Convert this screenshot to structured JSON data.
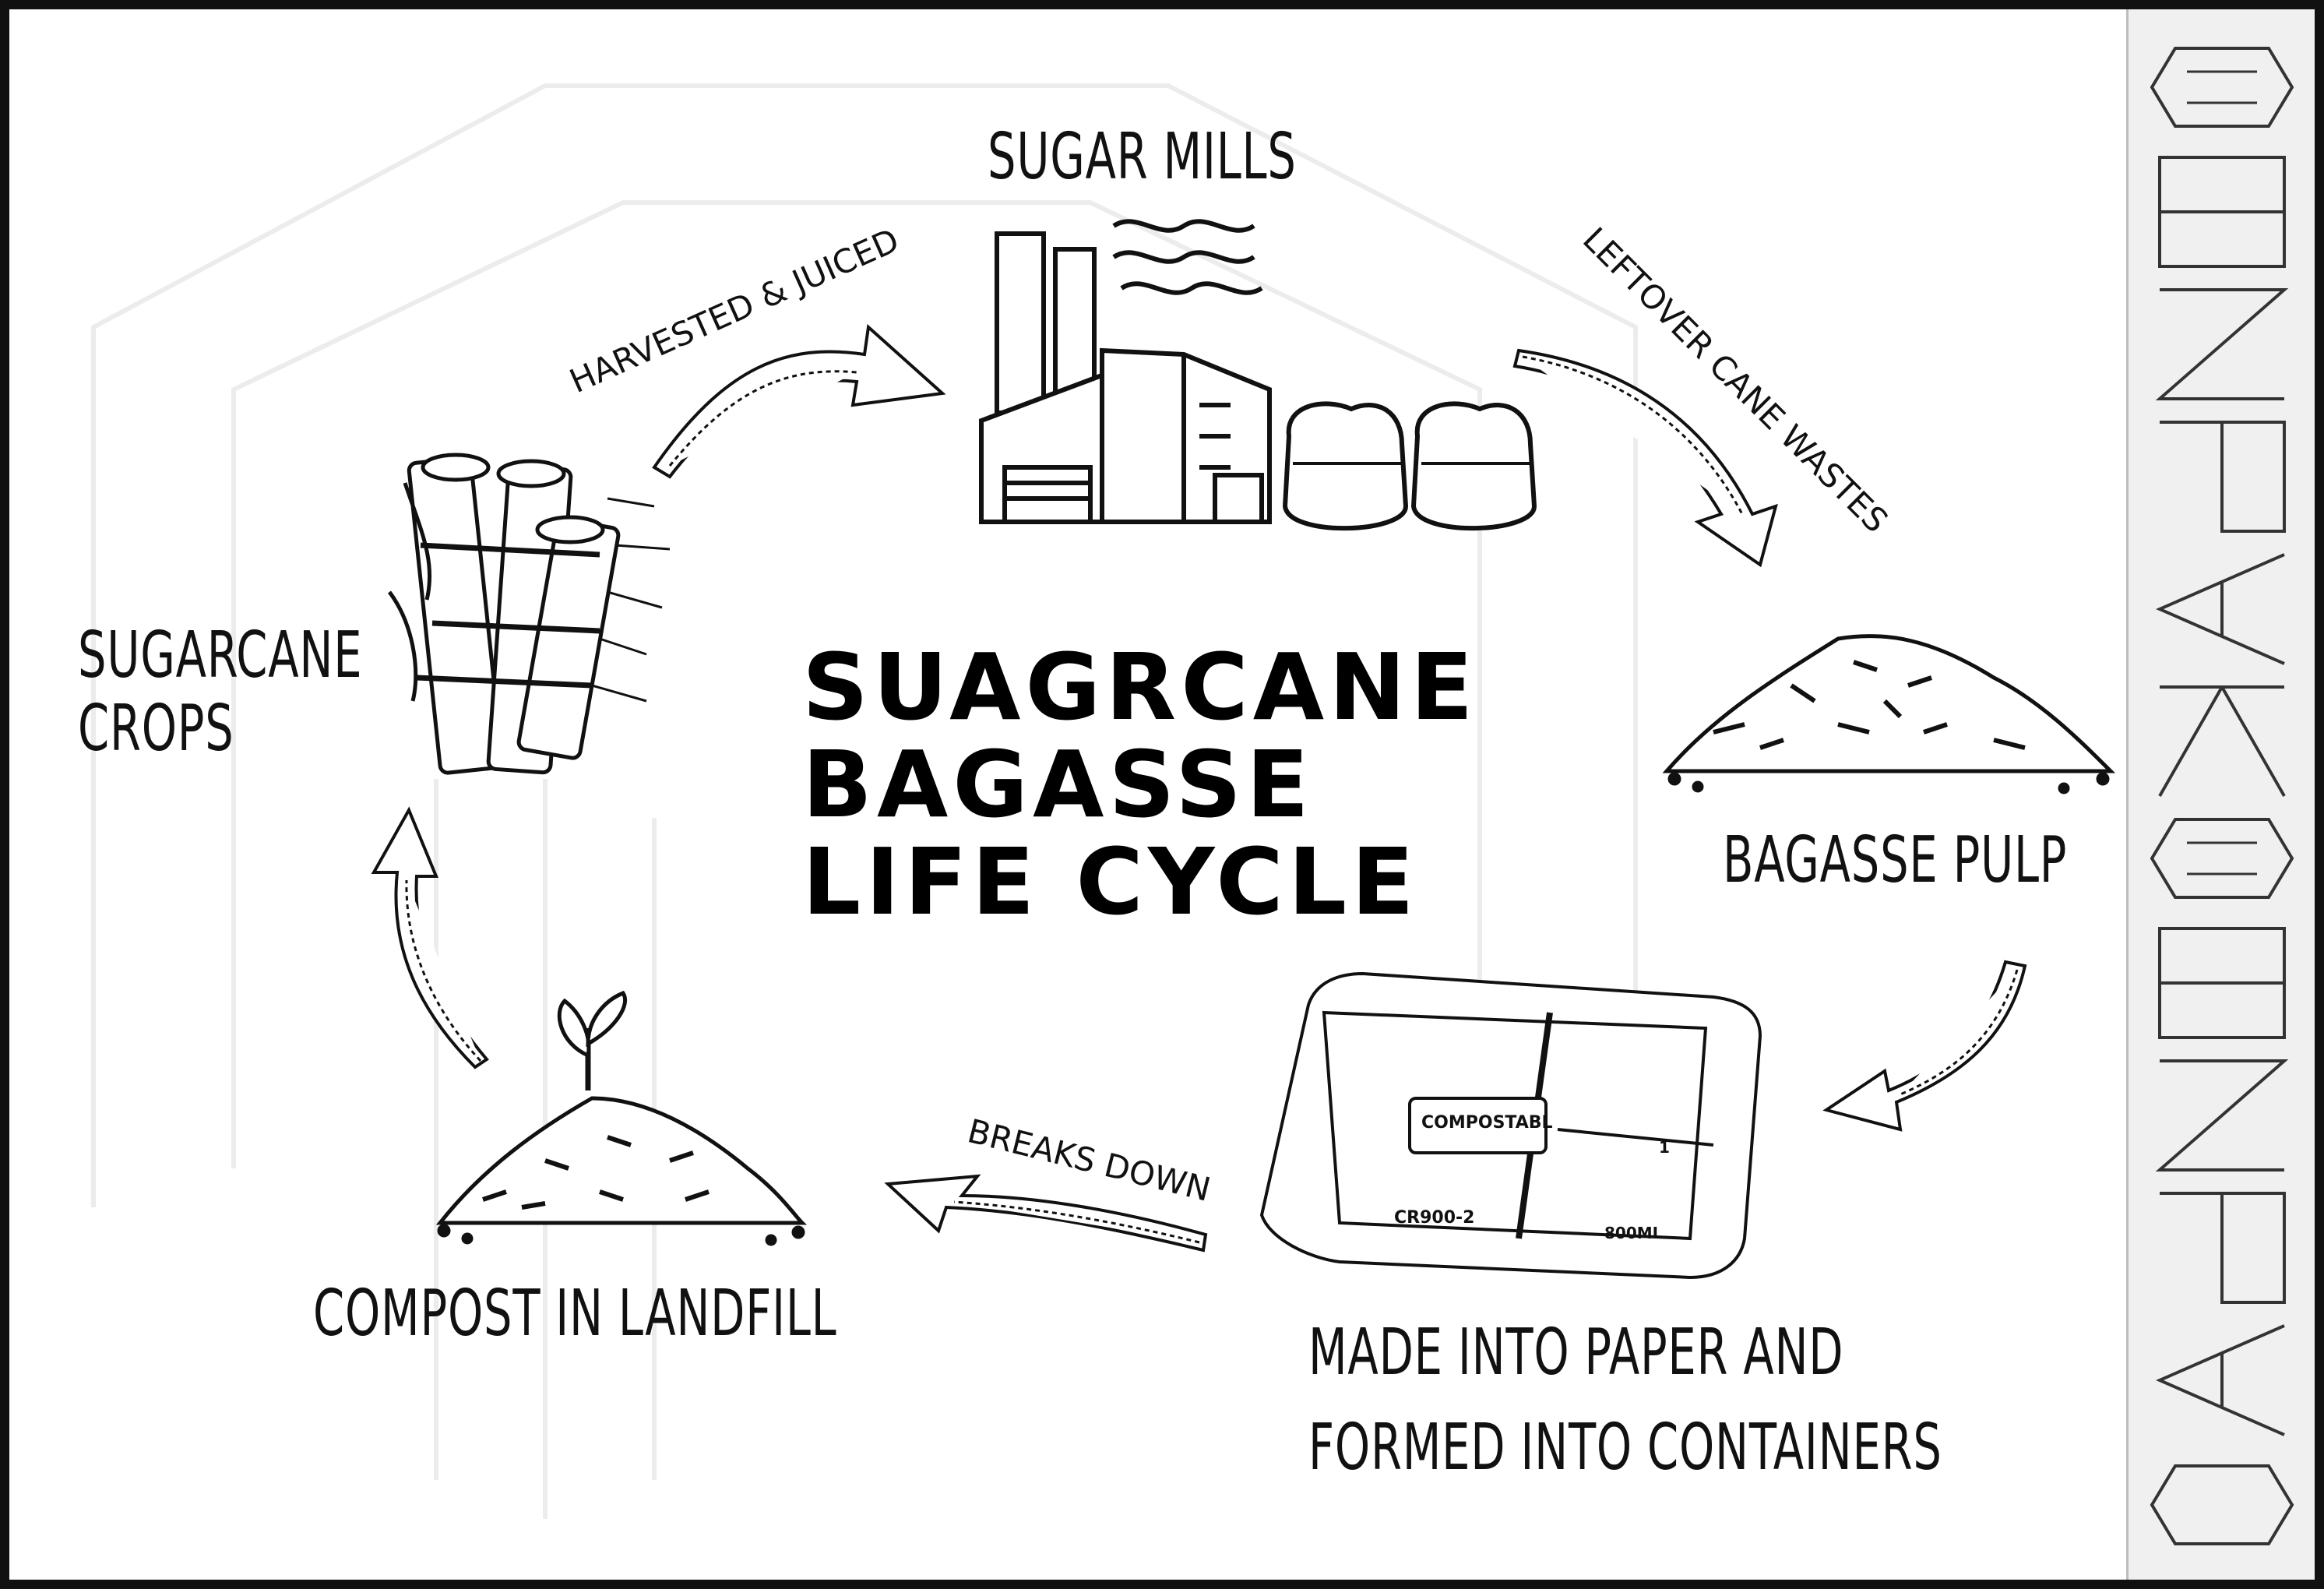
{
  "diagram": {
    "title_lines": [
      "SUAGRCANE",
      "BAGASSE",
      "LIFE CYCLE"
    ],
    "stages": {
      "sugarcane_crops": [
        "SUGARCANE",
        "CROPS"
      ],
      "sugar_mills": "SUGAR MILLS",
      "bagasse_pulp": "BAGASSE PULP",
      "containers": [
        "MADE INTO PAPER AND",
        "FORMED INTO CONTAINERS"
      ],
      "compost": "COMPOST IN LANDFILL"
    },
    "arrows": {
      "harvested": "HARVESTED & JUICED",
      "leftover": "LEFTOVER CANE WASTES",
      "breaks_down": "BREAKS DOWN"
    },
    "container_print": {
      "compostable": "COMPOSTABL",
      "model": "CR900-2",
      "volume": "800ML",
      "compartment_no": "1"
    }
  },
  "brand": {
    "name": "ENPAK",
    "repeat": 3
  },
  "colors": {
    "ink": "#111111",
    "sidebar": "#f0f0f0"
  }
}
